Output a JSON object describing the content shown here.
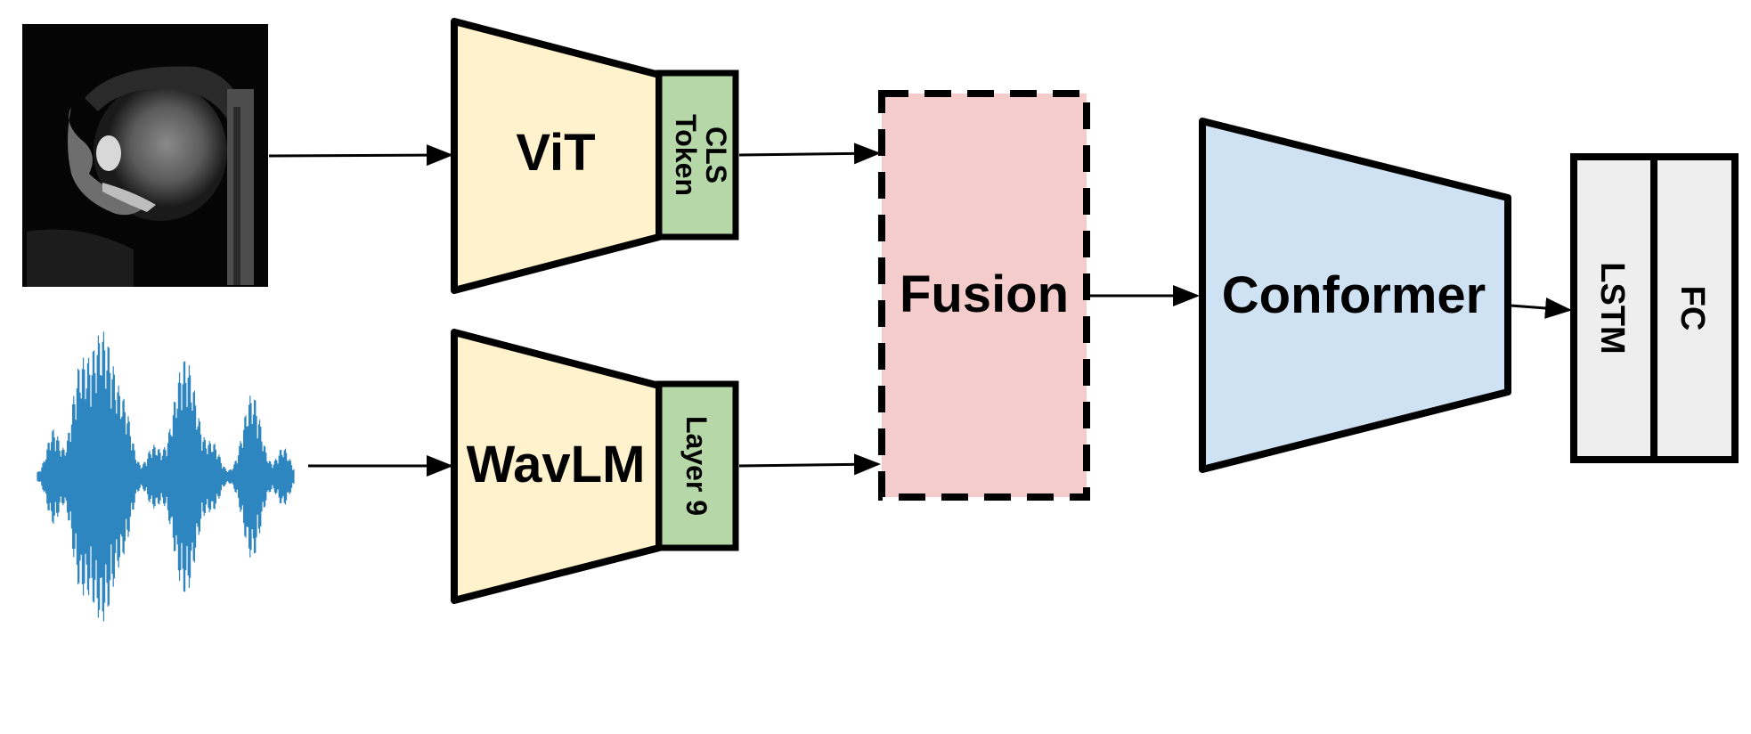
{
  "blocks": {
    "vit": "ViT",
    "cls_token_line1": "CLS",
    "cls_token_line2": "Token",
    "wavlm": "WavLM",
    "layer9": "Layer 9",
    "fusion": "Fusion",
    "conformer": "Conformer",
    "lstm": "LSTM",
    "fc": "FC"
  },
  "colors": {
    "encoder_fill": "#FFF2CC",
    "token_fill": "#B6D7A8",
    "fusion_fill": "#F4CCCC",
    "conformer_fill": "#CFE2F3",
    "head_fill": "#EEEEEE",
    "stroke": "#000000",
    "waveform": "#2E86C1"
  },
  "inputs": {
    "mri_frame": "mri-image",
    "audio": "waveform"
  }
}
